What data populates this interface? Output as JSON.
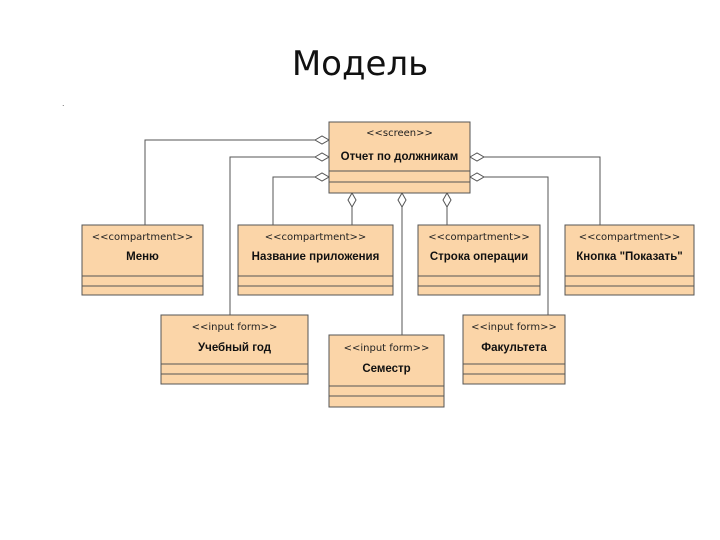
{
  "slide": {
    "title": "Модель",
    "mark": "."
  },
  "diagram": {
    "classes": [
      {
        "id": "screen",
        "stereotype": "<<screen>>",
        "name": "Отчет по должникам"
      },
      {
        "id": "menu",
        "stereotype": "<<compartment>>",
        "name": "Меню"
      },
      {
        "id": "appname",
        "stereotype": "<<compartment>>",
        "name": "Название приложения"
      },
      {
        "id": "opline",
        "stereotype": "<<compartment>>",
        "name": "Строка операции"
      },
      {
        "id": "showbtn",
        "stereotype": "<<compartment>>",
        "name": "Кнопка \"Показать\""
      },
      {
        "id": "year",
        "stereotype": "<<input form>>",
        "name": "Учебный год"
      },
      {
        "id": "semester",
        "stereotype": "<<input form>>",
        "name": "Семестр"
      },
      {
        "id": "faculty",
        "stereotype": "<<input form>>",
        "name": "Факультета"
      }
    ]
  }
}
